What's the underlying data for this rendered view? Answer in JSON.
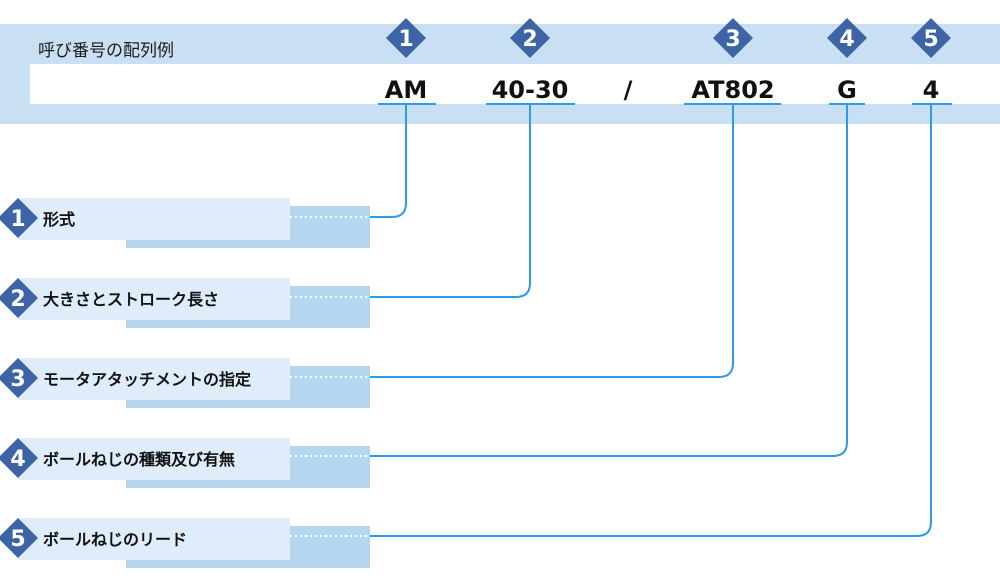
{
  "title": "呼び番号の配列例",
  "codes": [
    {
      "number": "1",
      "value": "AM"
    },
    {
      "number": "2",
      "value": "40-30"
    },
    {
      "number": "3",
      "value": "AT802"
    },
    {
      "number": "4",
      "value": "G"
    },
    {
      "number": "5",
      "value": "4"
    }
  ],
  "separator": "/",
  "legend": [
    {
      "number": "1",
      "label": "形式"
    },
    {
      "number": "2",
      "label": "大きさとストローク長さ"
    },
    {
      "number": "3",
      "label": "モータアタッチメントの指定"
    },
    {
      "number": "4",
      "label": "ボールねじの種類及び有無"
    },
    {
      "number": "5",
      "label": "ボールねじのリード"
    }
  ],
  "colors": {
    "header_band": "#c9dff3",
    "header_inner": "#ffffff",
    "badge": "#3d65a6",
    "connector": "#2f9be8",
    "legend_dark": "#b4d7ef",
    "legend_light": "#deedf9"
  }
}
